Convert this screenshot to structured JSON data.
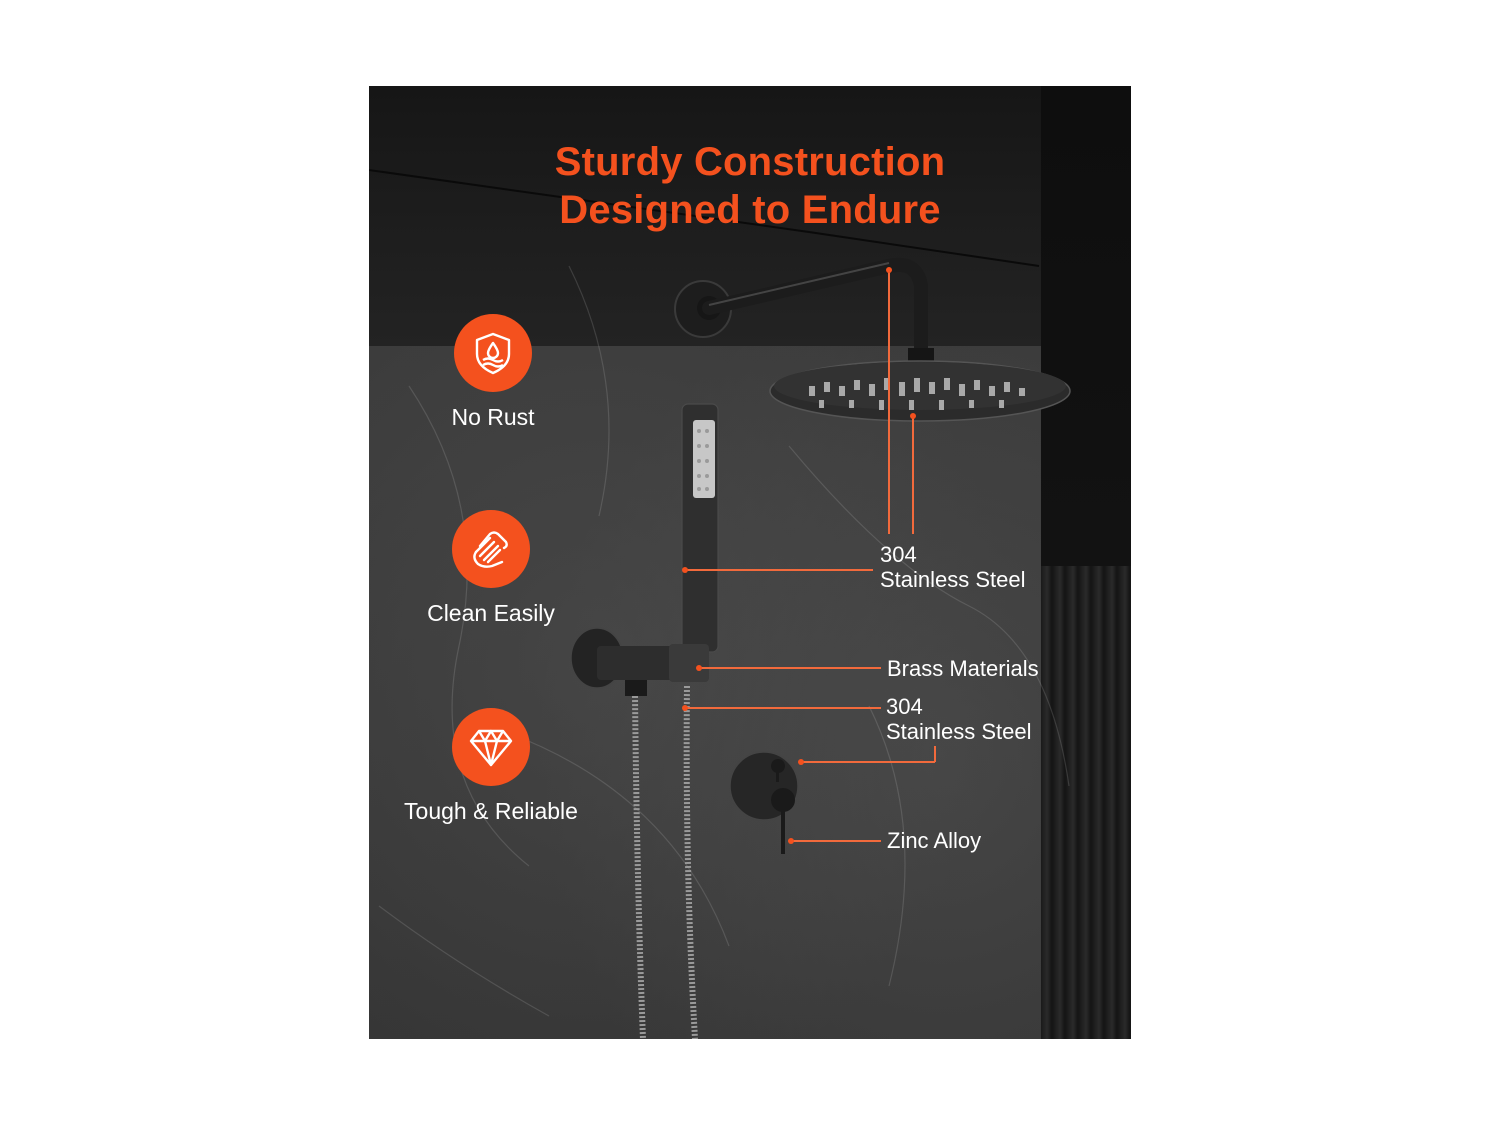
{
  "headline": {
    "line1": "Sturdy Construction",
    "line2": "Designed to Endure",
    "color": "#f4511e"
  },
  "features": [
    {
      "icon": "shield-water-drop-icon",
      "label": "No Rust"
    },
    {
      "icon": "hand-wiping-icon",
      "label": "Clean Easily"
    },
    {
      "icon": "diamond-icon",
      "label": "Tough & Reliable"
    }
  ],
  "callouts": [
    {
      "target": "shower-arm-and-rain-head",
      "line1": "304",
      "line2": "Stainless Steel"
    },
    {
      "target": "wall-elbow-connector",
      "line1": "Brass Materials",
      "line2": ""
    },
    {
      "target": "shower-hose",
      "line1": "304",
      "line2": "Stainless Steel"
    },
    {
      "target": "valve-handles",
      "line1": "Zinc Alloy",
      "line2": ""
    }
  ],
  "accent_color": "#f4511e",
  "text_color": "#ffffff"
}
